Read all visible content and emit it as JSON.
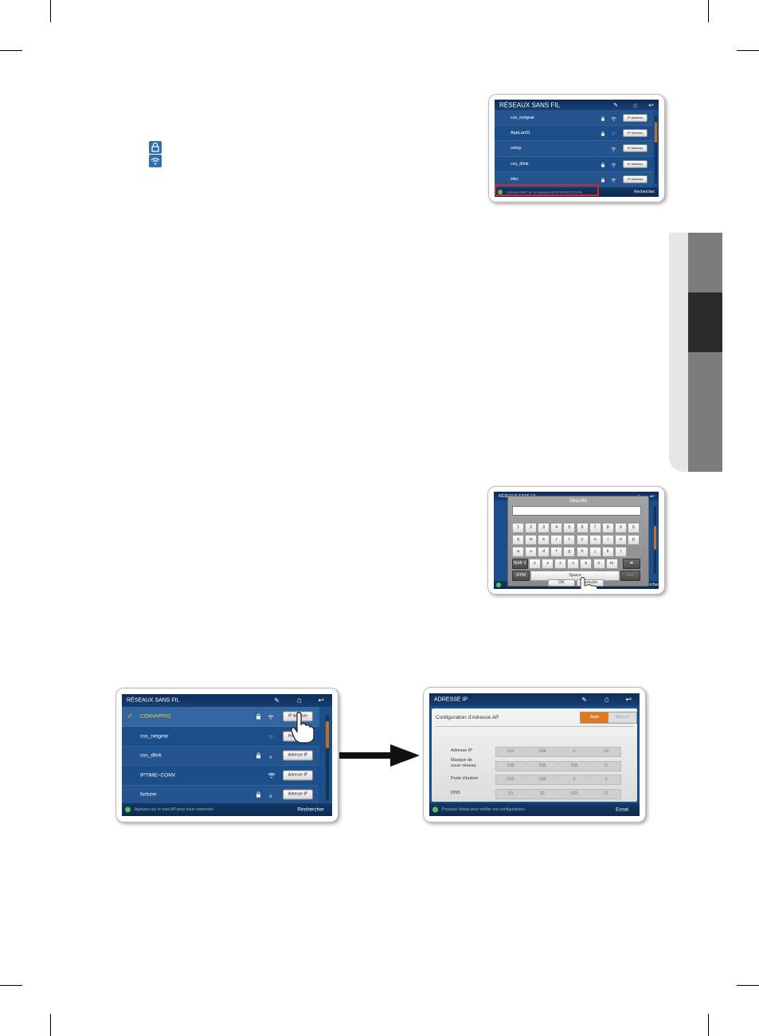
{
  "wifi_list_panel": {
    "title": "RÉSEAUX SANS FIL",
    "networks": [
      {
        "name": "css_netgear",
        "secured": true,
        "button": "IP Address"
      },
      {
        "name": "AppLan01",
        "secured": true,
        "button": "IP Address"
      },
      {
        "name": "setup",
        "secured": false,
        "button": "IP Address"
      },
      {
        "name": "css_dlink",
        "secured": true,
        "button": "IP Address"
      },
      {
        "name": "stec",
        "secured": true,
        "button": "IP Address"
      }
    ],
    "footer_text": "L'adresse MAC de cet appareil est 00:16:D0:00:C0:48",
    "footer_button": "Rechercher"
  },
  "keyboard_panel": {
    "bg_title": "RÉSEAUX SANS FIL",
    "dialog_title": "Sécurité",
    "row1": [
      "1",
      "2",
      "3",
      "4",
      "5",
      "6",
      "7",
      "8",
      "9",
      "0"
    ],
    "row2": [
      "q",
      "w",
      "e",
      "r",
      "t",
      "y",
      "u",
      "i",
      "o",
      "p"
    ],
    "row3": [
      "a",
      "s",
      "d",
      "f",
      "g",
      "h",
      "j",
      "k",
      "l"
    ],
    "row4": [
      "z",
      "x",
      "c",
      "v",
      "b",
      "n",
      "m"
    ],
    "shift": "Shift ⇧",
    "backspace": "⬅",
    "sym": "SYM",
    "space": "Space",
    "lang": "A/a",
    "ok": "OK",
    "cancel": "Annuler",
    "footer_button": "Rechercher"
  },
  "wifi_list_panel_2": {
    "title": "RÉSEAUX SANS FIL",
    "networks": [
      {
        "name": "CONVAPP02",
        "secured": true,
        "button": "IP Adresse",
        "selected": true
      },
      {
        "name": "css_netgear",
        "secured": false,
        "button": "Adresse IP"
      },
      {
        "name": "css_dlink",
        "secured": true,
        "button": "Adresse IP"
      },
      {
        "name": "IPTIME~CONV",
        "secured": false,
        "button": "Adresse IP"
      },
      {
        "name": "fortune",
        "secured": true,
        "button": "Adresse IP"
      }
    ],
    "footer_text": "Appuyez sur le nom AP pour vous connecter.",
    "footer_button": "Rechercher"
  },
  "ip_panel": {
    "title": "ADRESSE IP",
    "config_label": "Configuration d'Adresse AP",
    "mode_auto": "Auto",
    "mode_manual": "Manuel",
    "fields": [
      {
        "label": "Adresse IP",
        "values": [
          "192",
          "168",
          "0",
          "18"
        ]
      },
      {
        "label": "Masque de sous~réseau",
        "values": [
          "255",
          "255",
          "255",
          "0"
        ]
      },
      {
        "label": "Porte d'entrée",
        "values": [
          "192",
          "168",
          "0",
          "1"
        ]
      },
      {
        "label": "DNS",
        "values": [
          "10",
          "32",
          "192",
          "11"
        ]
      }
    ],
    "footer_text": "Poussez l'essai pour vérifier vos configurations.",
    "footer_button": "Essai"
  },
  "colors": {
    "screen_blue": "#1c4f8a",
    "header_navy": "#0d2d58",
    "accent_orange": "#e07a1c",
    "highlight_red": "#d9232d",
    "tab_gray": "#7c7c7c",
    "tab_dark": "#2a2a2a",
    "check_yellow": "#f2b705"
  }
}
